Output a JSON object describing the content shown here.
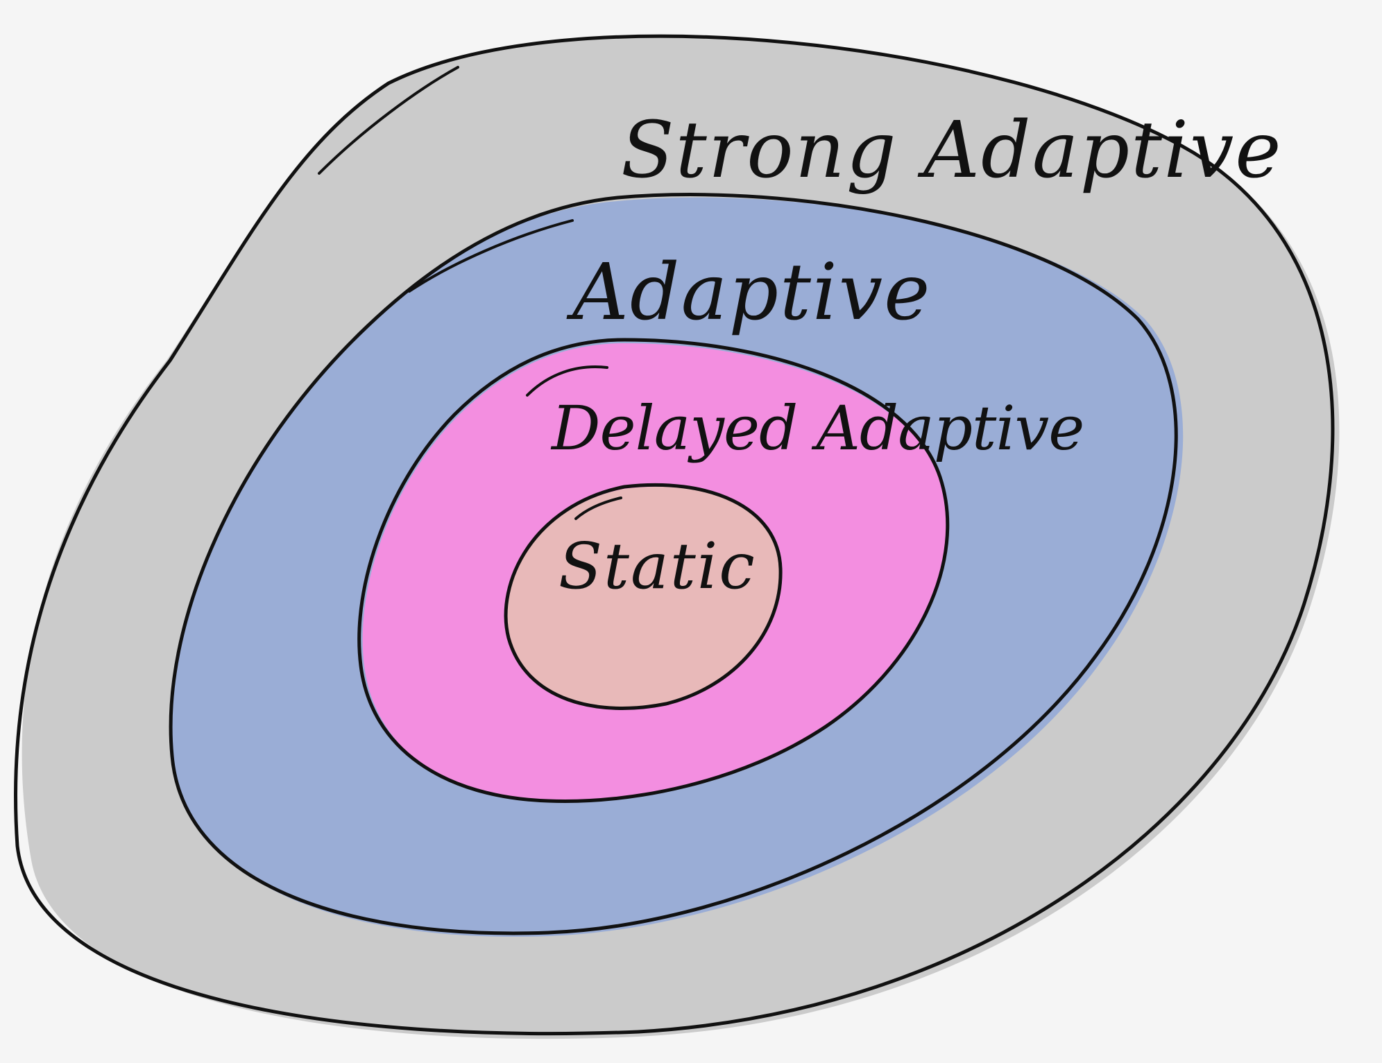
{
  "diagram": {
    "layers": [
      {
        "id": "strong-adaptive",
        "label": "Strong Adaptive",
        "fill": "#cbcbcb"
      },
      {
        "id": "adaptive",
        "label": "Adaptive",
        "fill": "#9aadd6"
      },
      {
        "id": "delayed-adaptive",
        "label": "Delayed Adaptive",
        "fill": "#f38ee0"
      },
      {
        "id": "static",
        "label": "Static",
        "fill": "#e8b9b9"
      }
    ]
  }
}
